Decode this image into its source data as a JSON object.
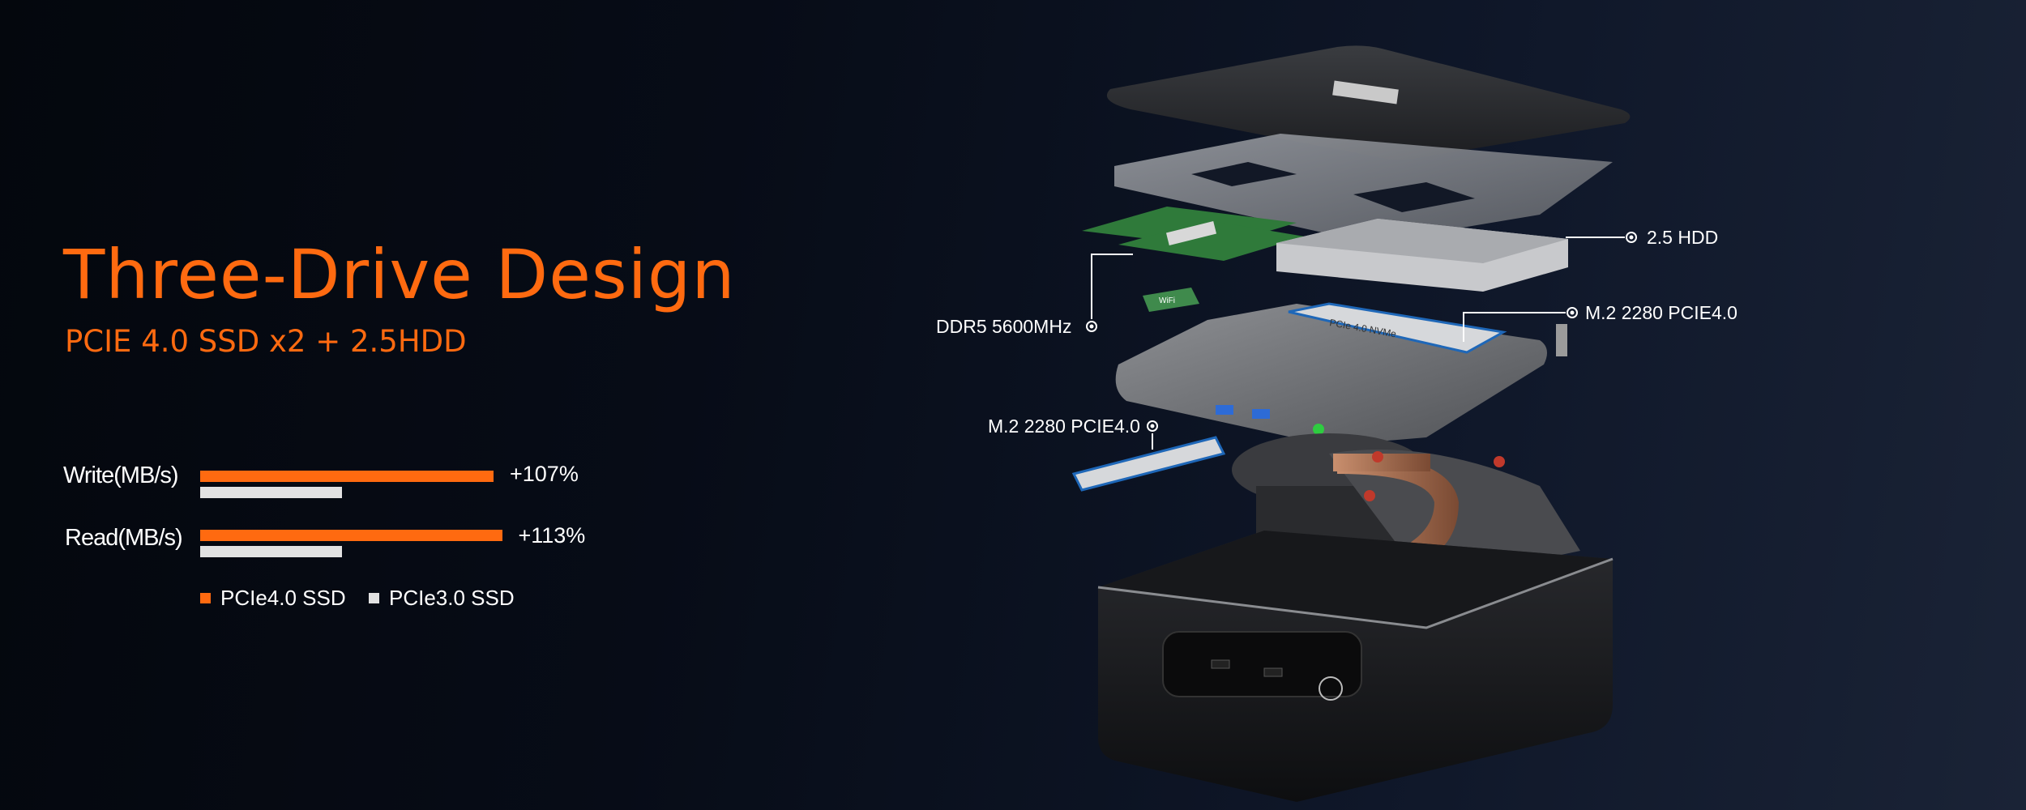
{
  "headline": {
    "title": "Three-Drive Design",
    "subtitle": "PCIE 4.0 SSD x2 + 2.5HDD"
  },
  "chart_data": {
    "type": "bar",
    "categories": [
      "Write(MB/s)",
      "Read(MB/s)"
    ],
    "series": [
      {
        "name": "PCIe4.0 SSD",
        "color": "#ff6a10",
        "values": [
          207,
          213
        ]
      },
      {
        "name": "PCIe3.0 SSD",
        "color": "#e2e2e2",
        "values": [
          100,
          100
        ]
      }
    ],
    "data_labels": [
      "+107%",
      "+113%"
    ],
    "xlim": [
      0,
      215
    ]
  },
  "callouts": {
    "hdd": "2.5 HDD",
    "m2_top": "M.2 2280 PCIE4.0",
    "ddr": "DDR5 5600MHz",
    "m2_bottom": "M.2 2280 PCIE4.0"
  },
  "product": {
    "wifi_label": "WiFi",
    "ssd_label": "PCIe 4.0 NVMe"
  }
}
